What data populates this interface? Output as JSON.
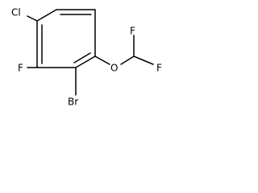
{
  "molecule": {
    "atoms": {
      "cl": "Cl",
      "f_ring": "F",
      "br": "Br",
      "o": "O",
      "f_top": "F",
      "f_right": "F"
    }
  }
}
